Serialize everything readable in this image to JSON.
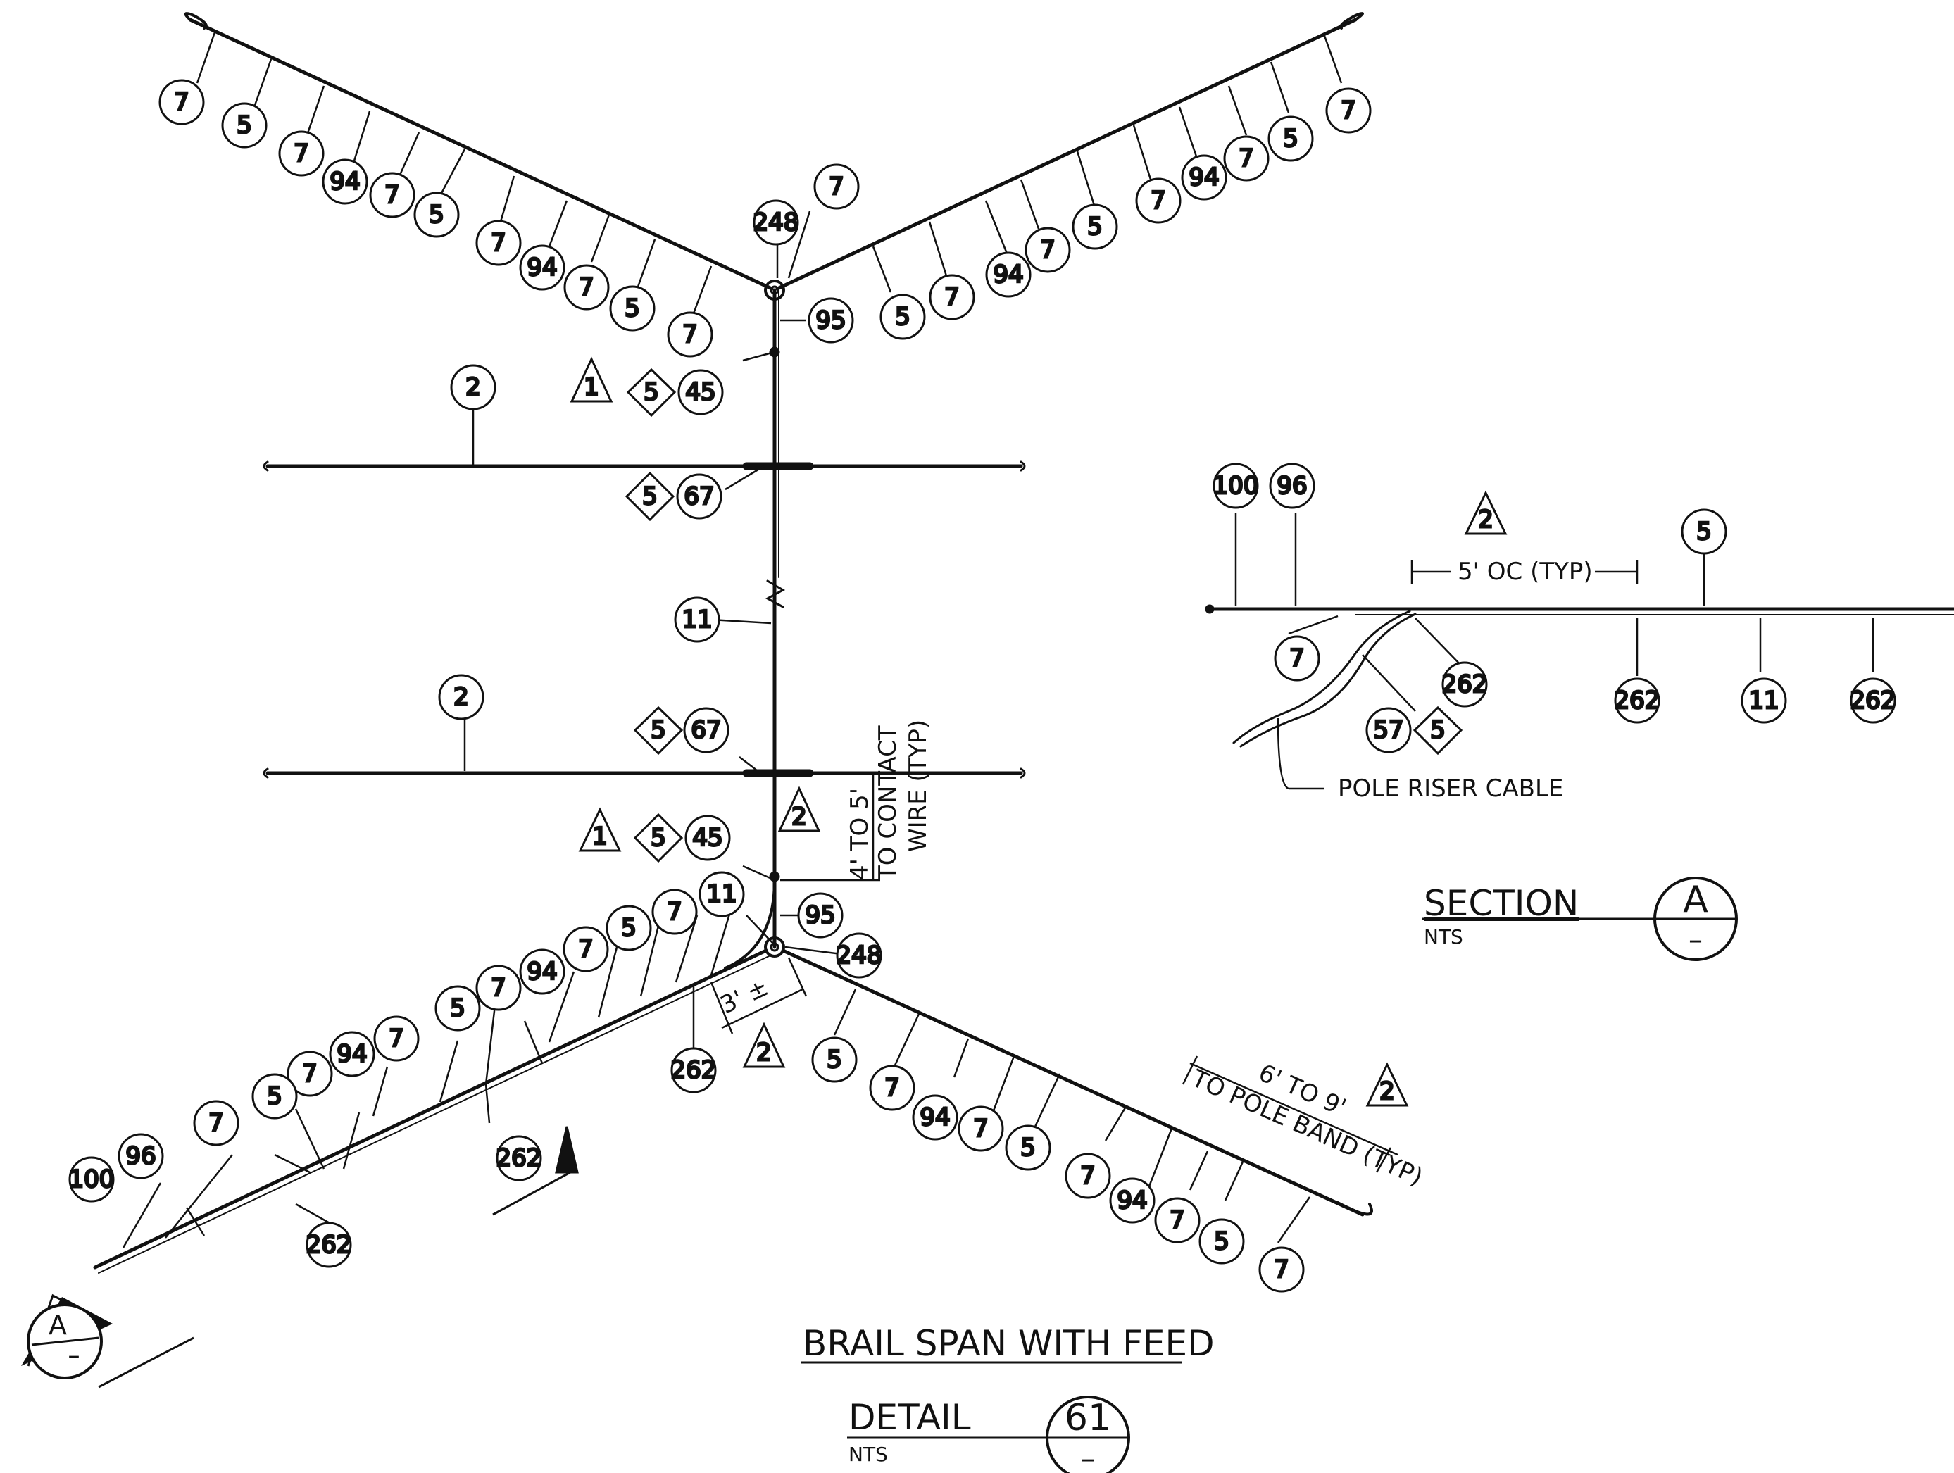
{
  "colors": {
    "ink": "#111111",
    "paper": "#ffffff"
  },
  "callouts": {
    "c_248_top": "248",
    "c_248_bot": "248",
    "c_95_top": "95",
    "c_95_bot": "95",
    "c_45_top": "45",
    "c_45_bot": "45",
    "c_67_top": "67",
    "c_67_bot": "67",
    "c_11_mid": "11",
    "c_11_bot": "11",
    "c_2_top": "2",
    "c_2_bot": "2",
    "c_262_a": "262",
    "c_262_b": "262",
    "c_262_c": "262",
    "c_100": "100",
    "c_96": "96",
    "sec_100": "100",
    "sec_96": "96",
    "sec_5": "5",
    "sec_7": "7",
    "sec_262_a": "262",
    "sec_262_b": "262",
    "sec_262_c": "262",
    "sec_11": "11",
    "sec_57": "57",
    "seven": "7",
    "five": "5",
    "ninetyfour": "94"
  },
  "diamonds": {
    "five": "5"
  },
  "revisions": {
    "one": "1",
    "two": "2"
  },
  "labels": {
    "contact_line1": "4' TO 5'",
    "contact_line2": "TO CONTACT",
    "contact_line3": "WIRE (TYP)",
    "three_ft": "3' ±",
    "pole_band_line1": "6' TO 9'",
    "pole_band_line2": "TO POLE BAND (TYP)",
    "five_oc": "5' OC (TYP)",
    "pole_riser": "POLE RISER CABLE",
    "section_title": "SECTION",
    "section_nts": "NTS",
    "section_letter": "A",
    "section_sheet": "–",
    "cut_letter": "A",
    "cut_sheet": "–",
    "main_title": "BRAIL SPAN WITH FEED",
    "detail_title": "DETAIL",
    "detail_nts": "NTS",
    "detail_number": "61",
    "detail_sheet": "–"
  }
}
